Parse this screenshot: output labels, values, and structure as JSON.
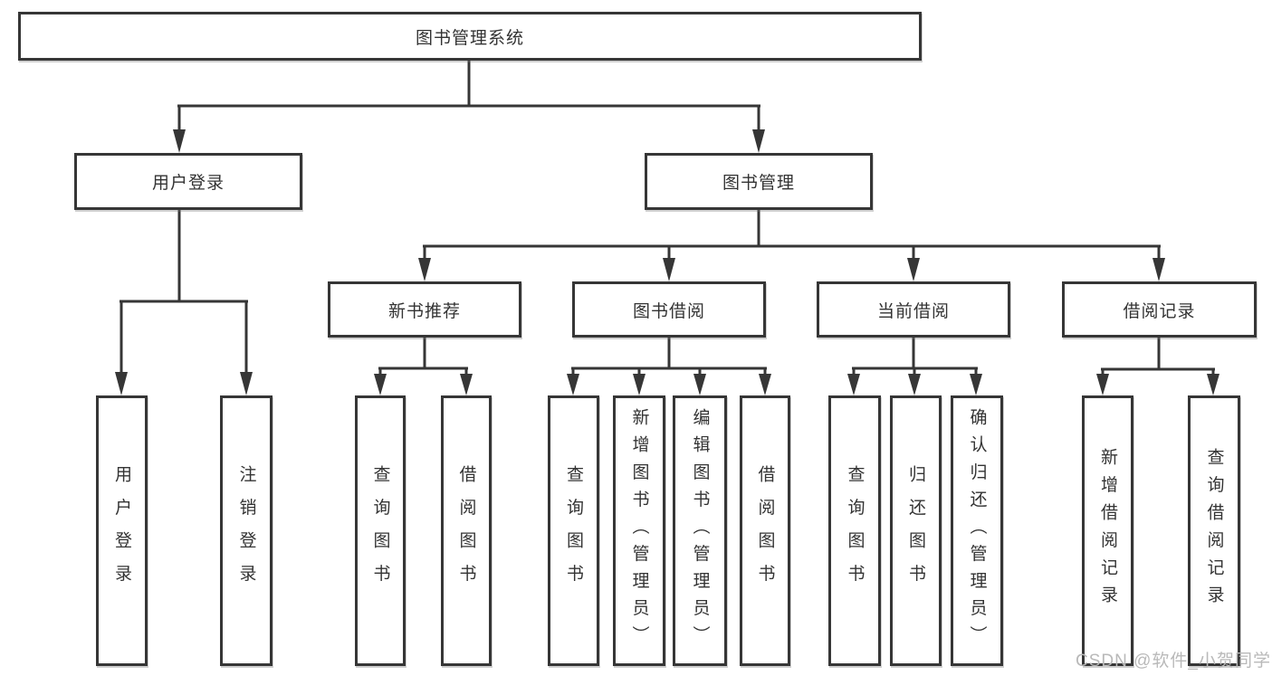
{
  "diagram": {
    "watermark": "CSDN @软件_小贺同学",
    "colors": {
      "line": "#363636",
      "text": "#333333",
      "background": "#ffffff",
      "watermark": "#b9b9b9"
    },
    "tree": {
      "root": {
        "label": "图书管理系统"
      },
      "children": [
        {
          "label": "用户登录",
          "children": [
            {
              "label": "用户登录"
            },
            {
              "label": "注销登录"
            }
          ]
        },
        {
          "label": "图书管理",
          "children": [
            {
              "label": "新书推荐",
              "children": [
                {
                  "label": "查询图书"
                },
                {
                  "label": "借阅图书"
                }
              ]
            },
            {
              "label": "图书借阅",
              "children": [
                {
                  "label": "查询图书"
                },
                {
                  "label": "新增图书（管理员）"
                },
                {
                  "label": "编辑图书（管理员）"
                },
                {
                  "label": "借阅图书"
                }
              ]
            },
            {
              "label": "当前借阅",
              "children": [
                {
                  "label": "查询图书"
                },
                {
                  "label": "归还图书"
                },
                {
                  "label": "确认归还（管理员）"
                }
              ]
            },
            {
              "label": "借阅记录",
              "children": [
                {
                  "label": "新增借阅记录"
                },
                {
                  "label": "查询借阅记录"
                }
              ]
            }
          ]
        }
      ]
    }
  }
}
